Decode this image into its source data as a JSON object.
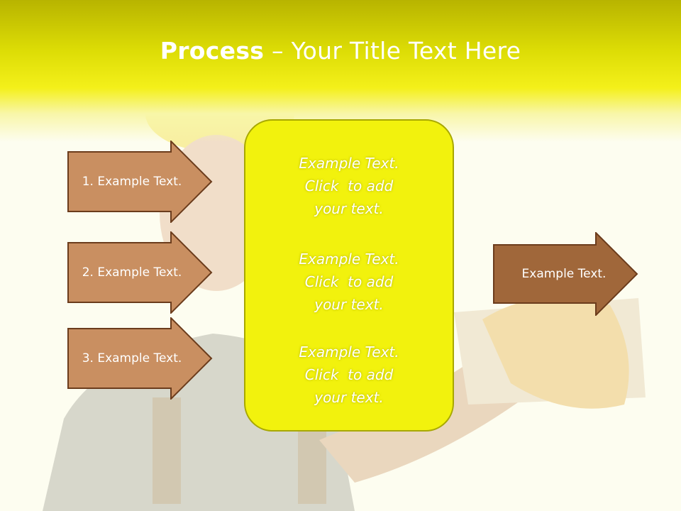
{
  "title": {
    "bold": "Process",
    "rest": " – Your Title Text Here"
  },
  "colors": {
    "header_top": "#b8b400",
    "header_mid": "#f4f01a",
    "center_fill": "#f2f20d",
    "center_border": "#a8a800",
    "left_arrow_fill": "#c98f61",
    "right_arrow_fill": "#a0673a",
    "arrow_border": "#6b3c1c"
  },
  "left_arrows": [
    {
      "label": "1. Example Text."
    },
    {
      "label": "2. Example Text."
    },
    {
      "label": "3. Example Text."
    }
  ],
  "center": {
    "blocks": [
      {
        "line1": "Example Text.",
        "line2": "Click  to add",
        "line3": "your text."
      },
      {
        "line1": "Example Text.",
        "line2": "Click  to add",
        "line3": "your text."
      },
      {
        "line1": "Example Text.",
        "line2": "Click  to add",
        "line3": "your text."
      }
    ]
  },
  "right_arrow": {
    "label": "Example Text."
  }
}
